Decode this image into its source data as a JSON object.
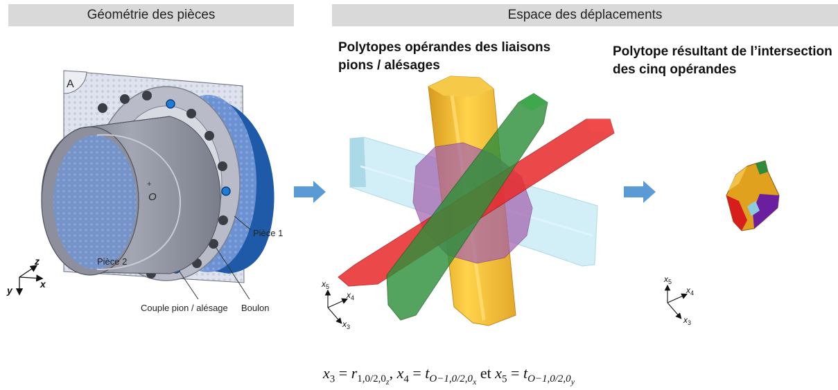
{
  "headers": {
    "left": "Géométrie des pièces",
    "right": "Espace des déplacements"
  },
  "titles": {
    "operands": "Polytopes opérandes des liaisons pions / alésages",
    "result": "Polytope résultant de l’intersection des cinq opérandes"
  },
  "geometry_labels": {
    "plate": "A",
    "center": "O",
    "piece1": "Pièce 1",
    "piece2": "Pièce 2",
    "pin_bore": "Couple pion / alésage",
    "bolt": "Boulon",
    "axis_x": "x",
    "axis_y": "y",
    "axis_z": "z"
  },
  "axes_labels": {
    "x3": "x",
    "x3_sub": "3",
    "x4": "x",
    "x4_sub": "4",
    "x5": "x",
    "x5_sub": "5"
  },
  "formula": {
    "x3": "x",
    "x3_sub": "3",
    "eq": " = ",
    "r": "r",
    "r_sub": "1,0/2,0",
    "r_subsub": "z",
    "comma": ", ",
    "x4": "x",
    "x4_sub": "4",
    "t": "t",
    "t1_sub": "O−1,0/2,0",
    "t1_subsub": "x",
    "et": " et ",
    "x5": "x",
    "x5_sub": "5",
    "t2_sub": "O−1,0/2,0",
    "t2_subsub": "y"
  },
  "colors": {
    "header_bg": "#d9d9d9",
    "arrow": "#5b9bd5",
    "yellow": "#f2b632",
    "green": "#2e8b3a",
    "red": "#e02020",
    "purple": "#9b5aa8",
    "cyan": "#bfe6f2",
    "blue_piece": "#2a6cc4"
  }
}
